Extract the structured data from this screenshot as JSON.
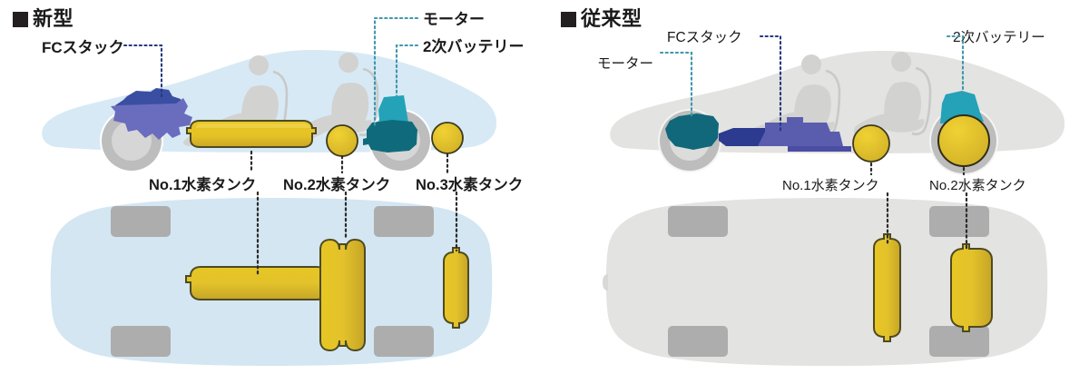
{
  "diagram": {
    "title_new": "新型",
    "title_conventional": "従来型",
    "marker_glyph": "■"
  },
  "panels": {
    "new_model": {
      "header": "新型",
      "callouts": [
        {
          "id": "fc-stack",
          "label": "FCスタック",
          "style": "bold"
        },
        {
          "id": "motor",
          "label": "モーター",
          "style": "bold"
        },
        {
          "id": "secondary-batt",
          "label": "2次バッテリー",
          "style": "bold"
        }
      ],
      "tank_labels": [
        {
          "id": "tank-1",
          "label": "No.1水素タンク"
        },
        {
          "id": "tank-2",
          "label": "No.2水素タンク"
        },
        {
          "id": "tank-3",
          "label": "No.3水素タンク"
        }
      ]
    },
    "conventional_model": {
      "header": "従来型",
      "callouts": [
        {
          "id": "motor",
          "label": "モーター",
          "style": "normal"
        },
        {
          "id": "fc-stack",
          "label": "FCスタック",
          "style": "normal"
        },
        {
          "id": "secondary-batt",
          "label": "2次バッテリー",
          "style": "normal"
        }
      ],
      "tank_labels": [
        {
          "id": "tank-1",
          "label": "No.1水素タンク"
        },
        {
          "id": "tank-2",
          "label": "No.2水素タンク"
        }
      ]
    }
  },
  "colors": {
    "body_new_side": "#d7e9f5",
    "body_new_plan": "#d3e6f2",
    "body_conv": "#e3e3e1",
    "wheel_gray": "#b9b9b9",
    "wheel_gray_dark": "#a9a9a9",
    "occupant_gray": "#d2d2d0",
    "tank_yellow_light": "#ebcb23",
    "tank_yellow_dark": "#cfae25",
    "tank_outline": "#4e4a22",
    "fc_stack_blue_dark": "#3a4fa2",
    "fc_stack_blue_light": "#6a6dbd",
    "motor_teal_dark": "#0f6b7c",
    "battery_teal": "#23a2b8",
    "leader_navy": "#26397f",
    "leader_teal": "#3f97ab",
    "leader_black": "#2b2b2b",
    "text_black": "#1a1a1a",
    "header_square": "#231f20"
  }
}
